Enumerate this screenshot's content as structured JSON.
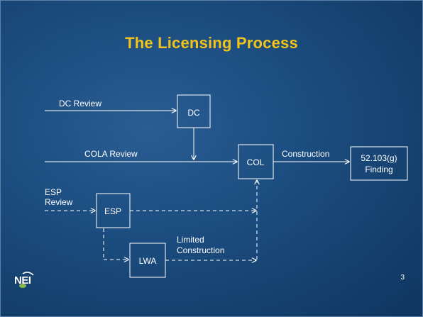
{
  "slide": {
    "title": "The Licensing Process",
    "page_number": "3"
  },
  "logo": {
    "text": "NEI"
  },
  "diagram": {
    "boxes": {
      "dc": "DC",
      "col": "COL",
      "esp": "ESP",
      "lwa": "LWA",
      "finding_line1": "52.103(g)",
      "finding_line2": "Finding"
    },
    "labels": {
      "dc_review": "DC Review",
      "cola_review": "COLA Review",
      "esp_review_line1": "ESP",
      "esp_review_line2": "Review",
      "construction": "Construction",
      "limited_construction_line1": "Limited",
      "limited_construction_line2": "Construction"
    }
  }
}
